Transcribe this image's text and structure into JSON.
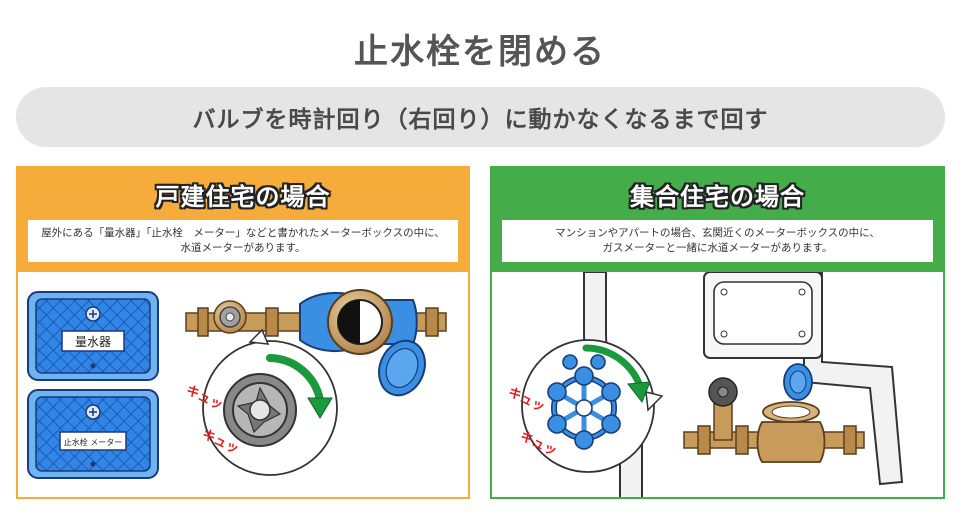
{
  "header": {
    "title": "止水栓を閉める",
    "instruction": "バルブを時計回り（右回り）に動かなくなるまで回す"
  },
  "panels": {
    "house": {
      "title": "戸建住宅の場合",
      "desc_line1": "屋外にある「量水器」「止水栓　メーター」などと書かれたメーターボックスの中に、",
      "desc_line2": "水道メーターがあります。",
      "lid_label_1": "量水器",
      "lid_label_2": "止水栓 メーター",
      "sound_label": "キュッ"
    },
    "apartment": {
      "title": "集合住宅の場合",
      "desc_line1": "マンションやアパートの場合、玄関近くのメーターボックスの中に、",
      "desc_line2": "ガスメーターと一緒に水道メーターがあります。",
      "sound_label": "キュッ"
    }
  },
  "colors": {
    "house_accent": "#f5ac3a",
    "apartment_accent": "#44ad4a",
    "pill_background": "#e5e5e5",
    "arrow_green": "#1a9a3c",
    "sound_red": "#e02020",
    "lid_blue": "#2f86e6",
    "brass": "#c79c5a"
  }
}
